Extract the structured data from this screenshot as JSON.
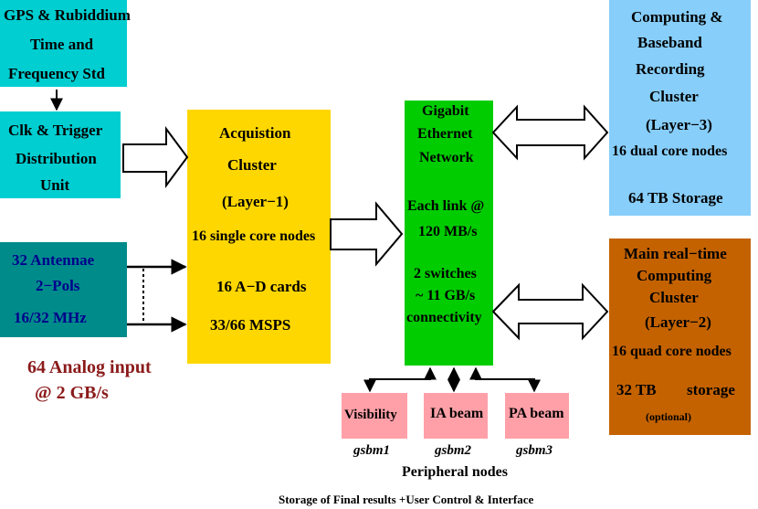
{
  "gps_box": {
    "lines": [
      "GPS & Rubiddium",
      "Time and",
      "Frequency Std"
    ]
  },
  "clk_box": {
    "lines": [
      "Clk & Trigger",
      "Distribution",
      "Unit"
    ]
  },
  "antenna_box": {
    "line1": "32  Antennae",
    "line2": "2−Pols",
    "line3": "16/32 MHz"
  },
  "analog_input": {
    "line1": "64 Analog input",
    "line2": "@ 2 GB/s"
  },
  "acquisition_box": {
    "lines": [
      "Acquistion",
      "Cluster",
      "(Layer−1)",
      "16 single core nodes",
      "16 A−D cards",
      "33/66 MSPS"
    ]
  },
  "gigabit_box": {
    "lines": [
      "Gigabit",
      "Ethernet",
      "Network",
      "Each link @",
      "120 MB/s",
      "2 switches",
      "~ 11 GB/s",
      "connectivity"
    ]
  },
  "computing_box": {
    "lines": [
      "Computing &",
      "Baseband",
      "Recording",
      "Cluster",
      "(Layer−3)",
      "16 dual core nodes",
      "64 TB  Storage"
    ]
  },
  "realtime_box": {
    "lines": [
      "Main real−time",
      "Computing",
      "Cluster",
      "(Layer−2)",
      "16 quad core nodes",
      "32 TB",
      "storage",
      "(optional)"
    ]
  },
  "peripheral": {
    "nodes": [
      {
        "label": "Visibility",
        "host": "gsbm1"
      },
      {
        "label": "IA beam",
        "host": "gsbm2"
      },
      {
        "label": "PA beam",
        "host": "gsbm3"
      }
    ],
    "title": "Peripheral nodes",
    "footer": "Storage of Final results +User Control & Interface"
  },
  "colors": {
    "cyan": "#00CED1",
    "teal": "#008B8B",
    "yellow": "#FFD700",
    "green": "#00CC00",
    "lightblue": "#87CEFA",
    "orange": "#C46200",
    "pink": "#FFA0A8",
    "dark_red": "#8B1A1A",
    "navy": "#00008B"
  }
}
